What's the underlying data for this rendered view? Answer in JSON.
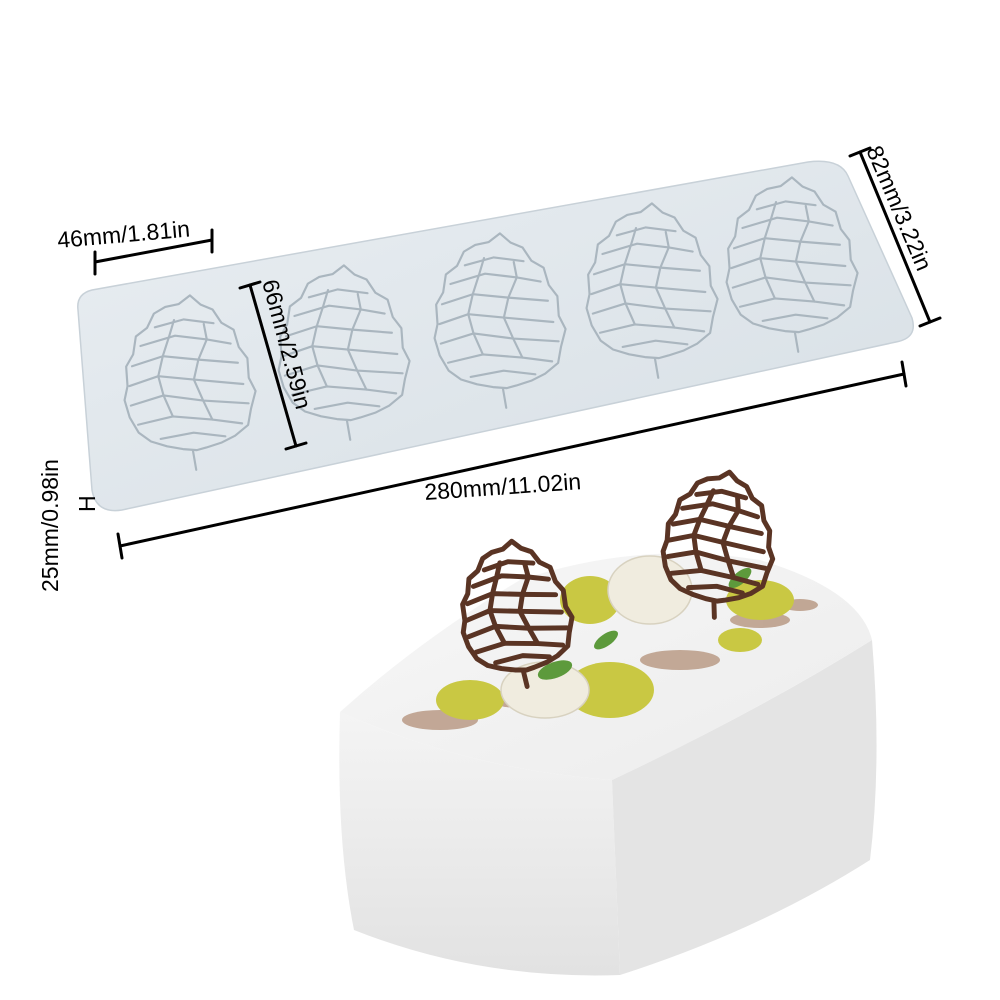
{
  "product": {
    "dimensions": {
      "length": "280mm/11.02in",
      "width": "82mm/3.22in",
      "height": "25mm/0.98in",
      "height_label": "H",
      "cavity_width": "46mm/1.81in",
      "cavity_height": "66mm/2.59in"
    },
    "mold_color": "#dfe6eb",
    "chocolate_color": "#5a3424"
  }
}
